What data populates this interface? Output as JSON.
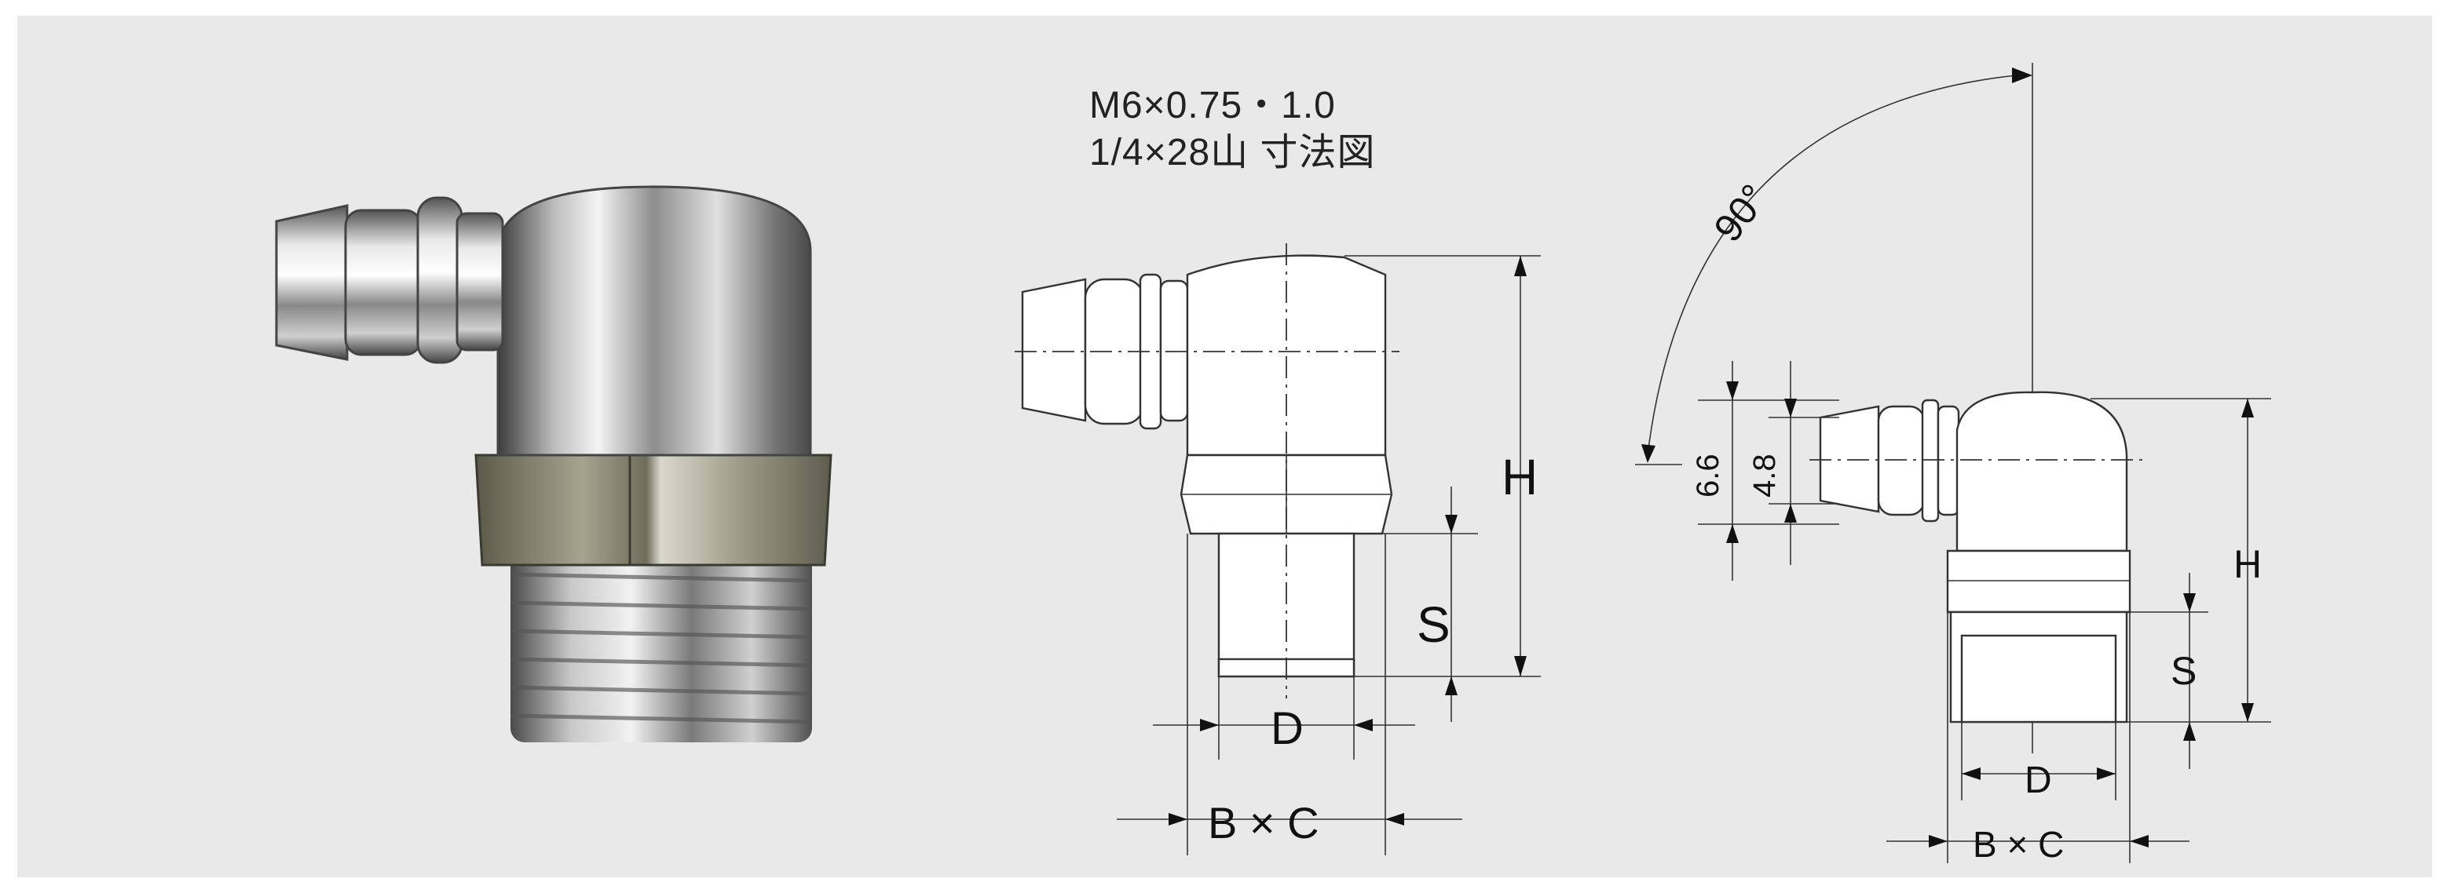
{
  "title": {
    "line1": "M6×0.75・1.0",
    "line2": "1/4×28山 寸法図"
  },
  "view1": {
    "label_h": "H",
    "label_s": "S",
    "label_d": "D",
    "label_bxc": "B × C"
  },
  "view2": {
    "label_angle": "90°",
    "label_66": "6.6",
    "label_48": "4.8",
    "label_h": "H",
    "label_s": "S",
    "label_d": "D",
    "label_bxc": "B × C"
  },
  "colors": {
    "panel": "#e9e9e9",
    "line": "#333333"
  }
}
